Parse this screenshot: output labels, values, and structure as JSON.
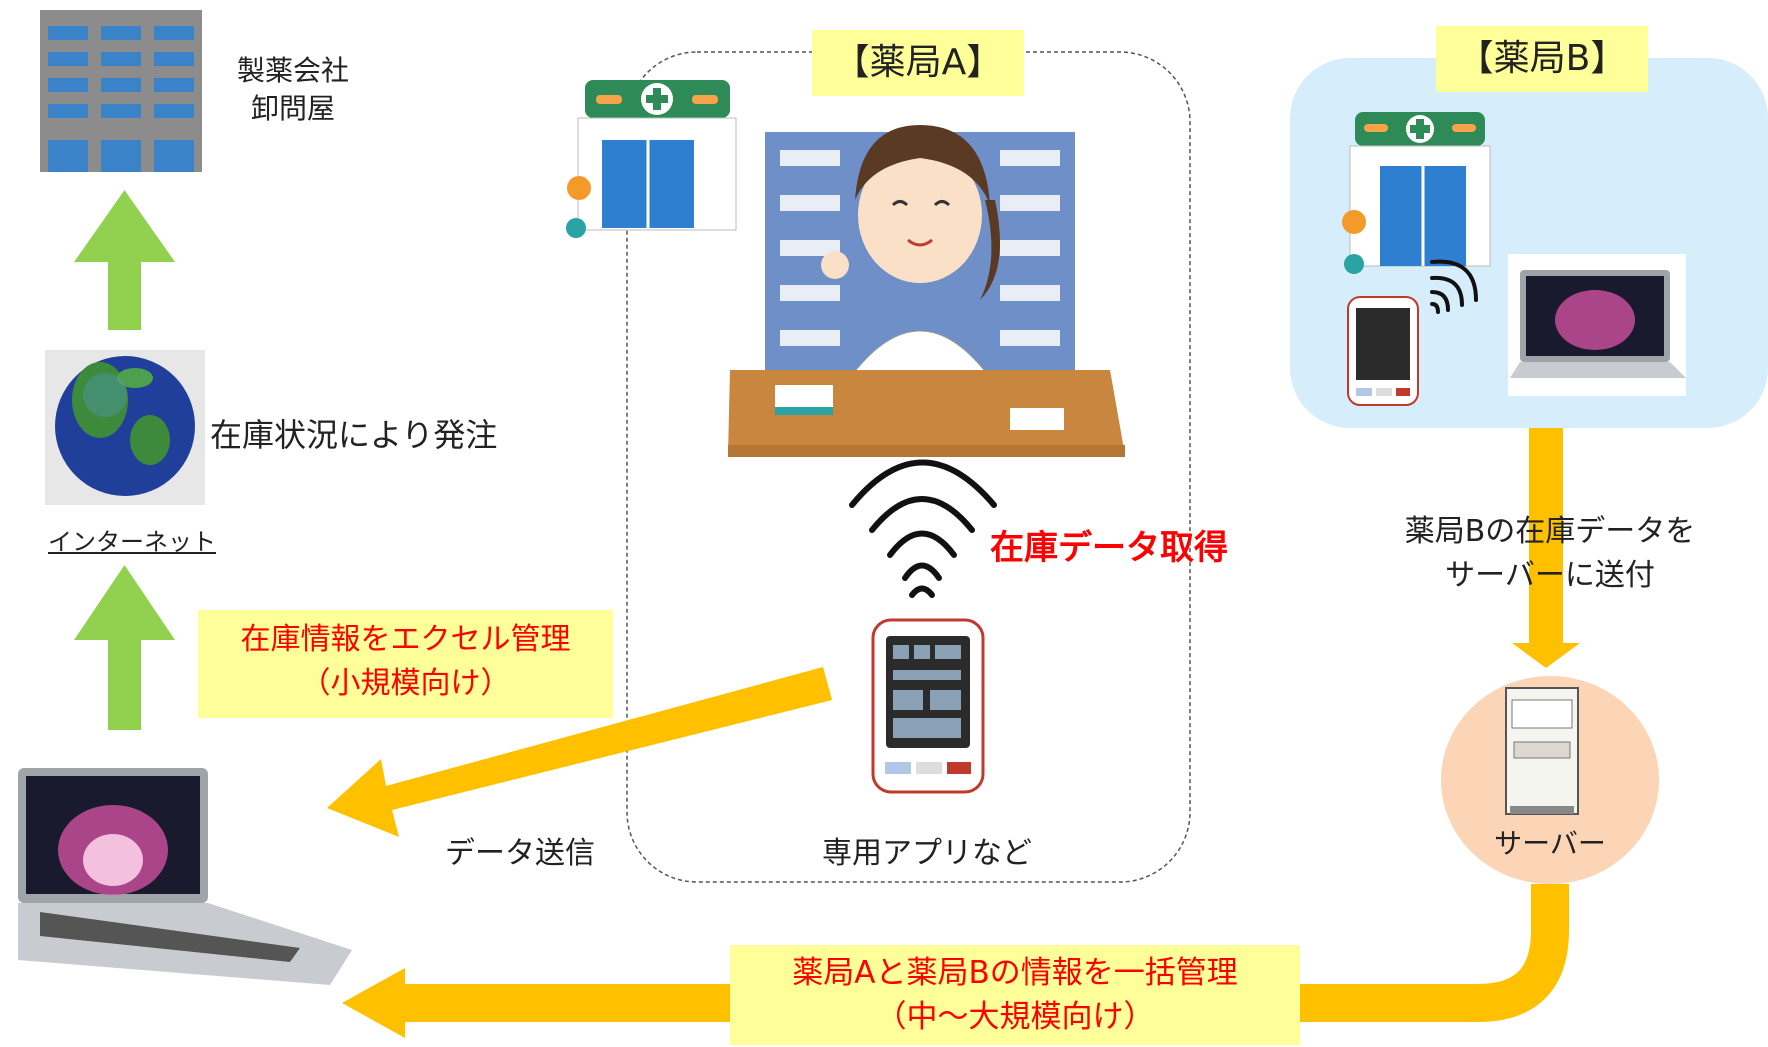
{
  "company": {
    "line1": "製薬会社",
    "line2": "卸問屋"
  },
  "internet": {
    "label": "インターネット",
    "order_text": "在庫状況により発注"
  },
  "excel_box": {
    "line1": "在庫情報をエクセル管理",
    "line2": "（小規模向け）"
  },
  "pharmacy_a": {
    "title": "【薬局A】",
    "acquire": "在庫データ取得",
    "app": "専用アプリなど",
    "send": "データ送信"
  },
  "pharmacy_b": {
    "title": "【薬局B】",
    "send_line1": "薬局Bの在庫データを",
    "send_line2": "サーバーに送付"
  },
  "server": {
    "label": "サーバー"
  },
  "bulk_box": {
    "line1": "薬局Aと薬局Bの情報を一括管理",
    "line2": "（中～大規模向け）"
  },
  "colors": {
    "arrow_green": "#92d050",
    "arrow_orange": "#ffc000",
    "highlight_yellow": "#ffff99",
    "pharmacy_b_bg": "#d6eefb",
    "server_bg": "#fbd5b5",
    "alert_red": "#ff0000"
  }
}
